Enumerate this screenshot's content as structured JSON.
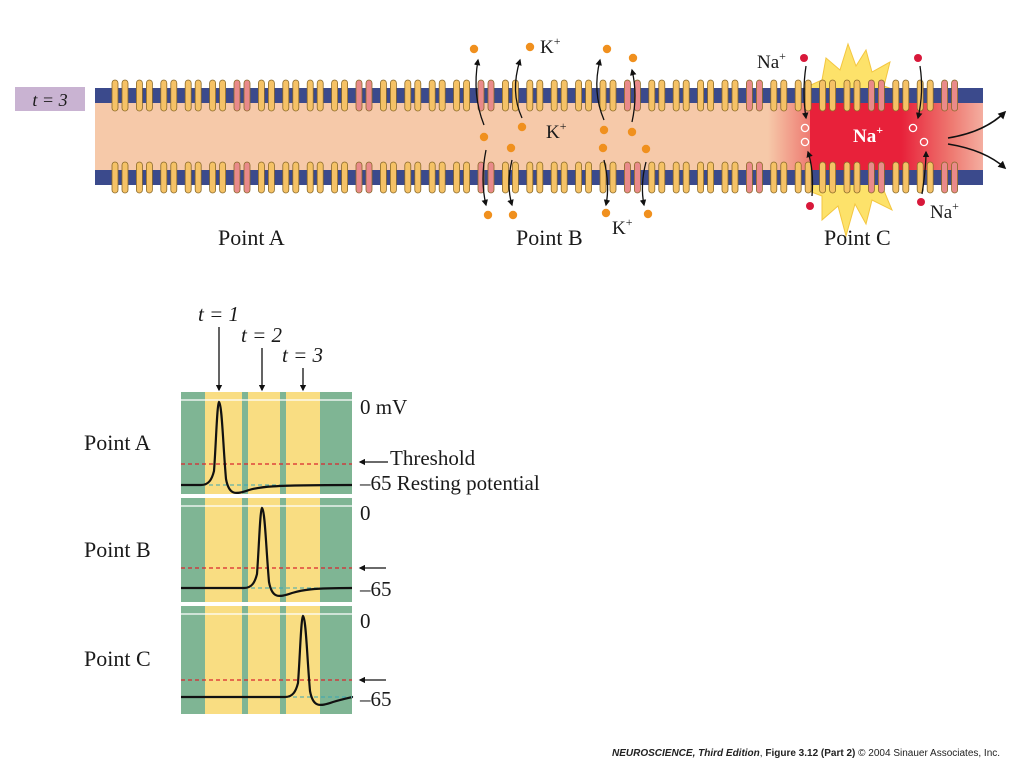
{
  "figure": {
    "time_tag": "t = 3",
    "ions": {
      "potassium": "K+",
      "sodium": "Na+"
    },
    "points": {
      "a": "Point A",
      "b": "Point B",
      "c": "Point C"
    },
    "time_markers": [
      "t = 1",
      "t = 2",
      "t = 3"
    ],
    "voltage_labels": {
      "top_zero": "0 mV",
      "threshold": "Threshold",
      "resting": "–65 Resting potential",
      "zero": "0",
      "minus65": "–65"
    },
    "colors": {
      "membrane": "#3b4a8c",
      "axon_interior": "#f6c9a9",
      "active_region": "#e8213a",
      "k_ion": "#f0901e",
      "na_ion": "#d8183a",
      "k_channel": "#f5c266",
      "na_channel": "#e98a8a",
      "panel_green": "#7fb594",
      "panel_yellow": "#f9dd82",
      "threshold_line": "#d9262e"
    }
  },
  "caption": {
    "book": "NEUROSCIENCE, Third Edition",
    "figure": "Figure 3.12 (Part 2)",
    "copyright": "© 2004 Sinauer Associates, Inc."
  }
}
